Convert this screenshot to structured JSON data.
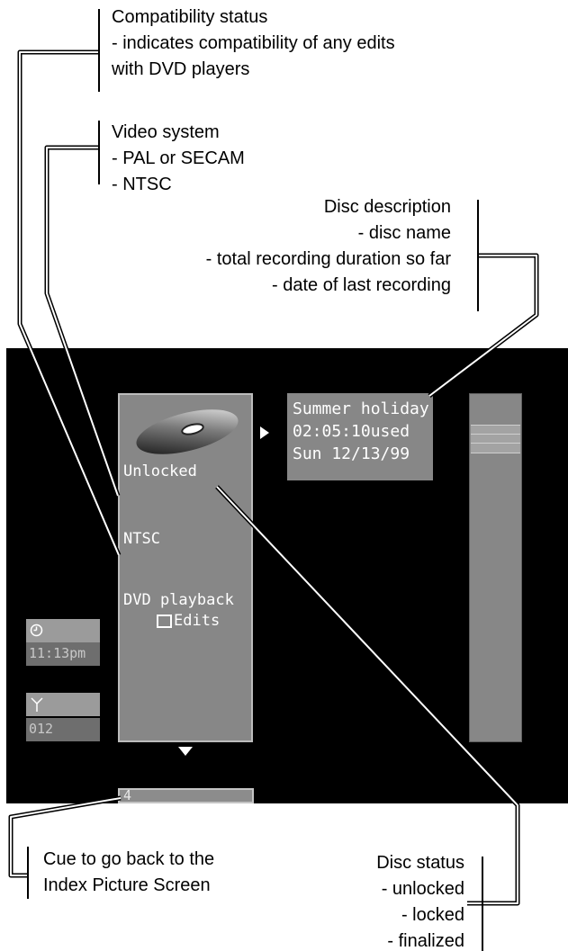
{
  "callouts": {
    "compatibility": {
      "title": "Compatibility status",
      "lines": [
        "- indicates compatibility of any edits",
        "with DVD players"
      ]
    },
    "video_system": {
      "title": "Video system",
      "lines": [
        "- PAL or SECAM",
        "- NTSC"
      ]
    },
    "disc_description": {
      "title": "Disc description",
      "lines": [
        "- disc name",
        "- total recording duration so far",
        "- date of last recording"
      ]
    },
    "cue": {
      "lines": [
        "Cue to go back to the",
        "Index Picture Screen"
      ]
    },
    "disc_status": {
      "title": "Disc status",
      "lines": [
        "- unlocked",
        "- locked",
        "- finalized"
      ]
    }
  },
  "screen": {
    "disc_panel": {
      "status": "Unlocked",
      "video_system": "NTSC",
      "playback": "DVD playback",
      "edits": "Edits"
    },
    "description_panel": {
      "name": "Summer holiday",
      "duration": "02:05:10used",
      "date": "Sun 12/13/99"
    },
    "clock": {
      "icon": "clock-icon",
      "time": "11:13pm"
    },
    "antenna": {
      "icon": "antenna-icon",
      "channel": "012"
    },
    "cue_bar": {
      "value": "4"
    },
    "colors": {
      "panel": "#878787",
      "border": "#bcbcbc",
      "background": "#000000",
      "text": "#ffffff"
    }
  }
}
